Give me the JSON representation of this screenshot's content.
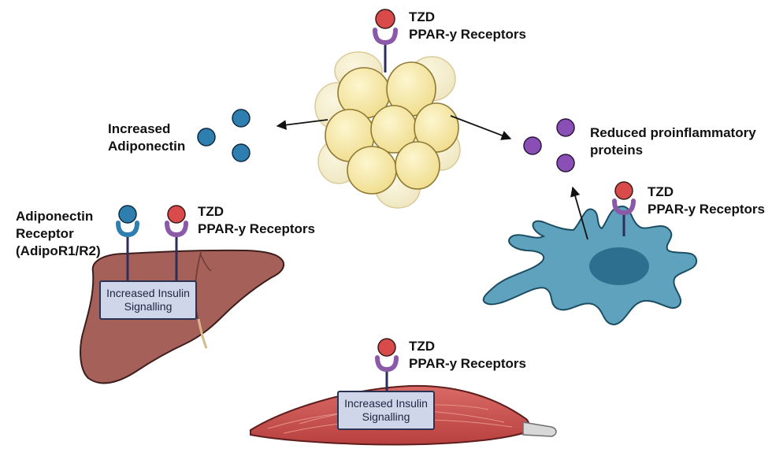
{
  "adipose": {
    "ligand": "TZD",
    "receptor": "PPAR-y Receptors"
  },
  "adiponectin": {
    "line1": "Increased",
    "line2": "Adiponectin"
  },
  "proinflammatory": {
    "line1": "Reduced proinflammatory",
    "line2": "proteins"
  },
  "liver": {
    "adipo_receptor_line1": "Adiponectin",
    "adipo_receptor_line2": "Receptor",
    "adipo_receptor_line3": "(AdipoR1/R2)",
    "ligand": "TZD",
    "receptor": "PPAR-y Receptors",
    "box_line1": "Increased Insulin",
    "box_line2": "Signalling"
  },
  "macrophage": {
    "ligand": "TZD",
    "receptor": "PPAR-y Receptors"
  },
  "muscle": {
    "ligand": "TZD",
    "receptor": "PPAR-y Receptors",
    "box_line1": "Increased Insulin",
    "box_line2": "Signalling"
  },
  "colors": {
    "tzd_ligand": "#d94b4b",
    "ppar_receptor": "#8a5aa8",
    "adiponectin": "#2e7fb0",
    "proinflammatory_protein": "#8a4fb4",
    "fat_cell": "#f7eaa8",
    "liver": "#a5605a",
    "macrophage": "#5fa2bd",
    "muscle": "#c95858",
    "signal_box": "#cfd6ea"
  }
}
